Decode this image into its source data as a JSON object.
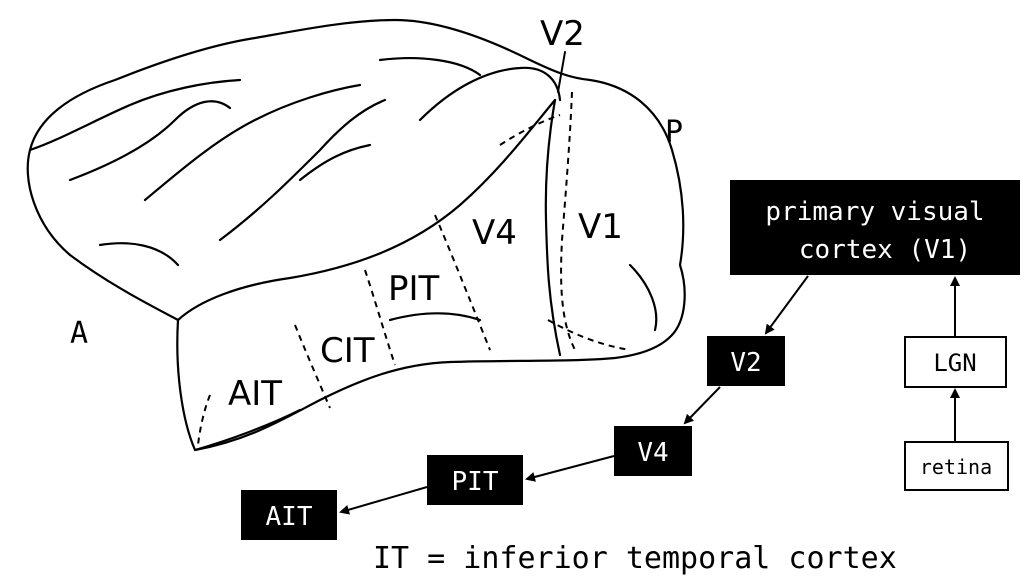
{
  "brain": {
    "labels": {
      "anterior": "A",
      "posterior": "P",
      "v1": "V1",
      "v2": "V2",
      "v4": "V4",
      "pit": "PIT",
      "cit": "CIT",
      "ait": "AIT"
    }
  },
  "pathway": {
    "v1_box": {
      "line1": "primary visual",
      "line2": "cortex (V1)"
    },
    "v2_box": "V2",
    "v4_box": "V4",
    "pit_box": "PIT",
    "ait_box": "AIT",
    "lgn_box": "LGN",
    "retina_box": "retina"
  },
  "footnote": "IT = inferior temporal cortex",
  "colors": {
    "box_fill": "#000000",
    "box_text": "#ffffff",
    "outline": "#000000",
    "background": "#ffffff"
  }
}
